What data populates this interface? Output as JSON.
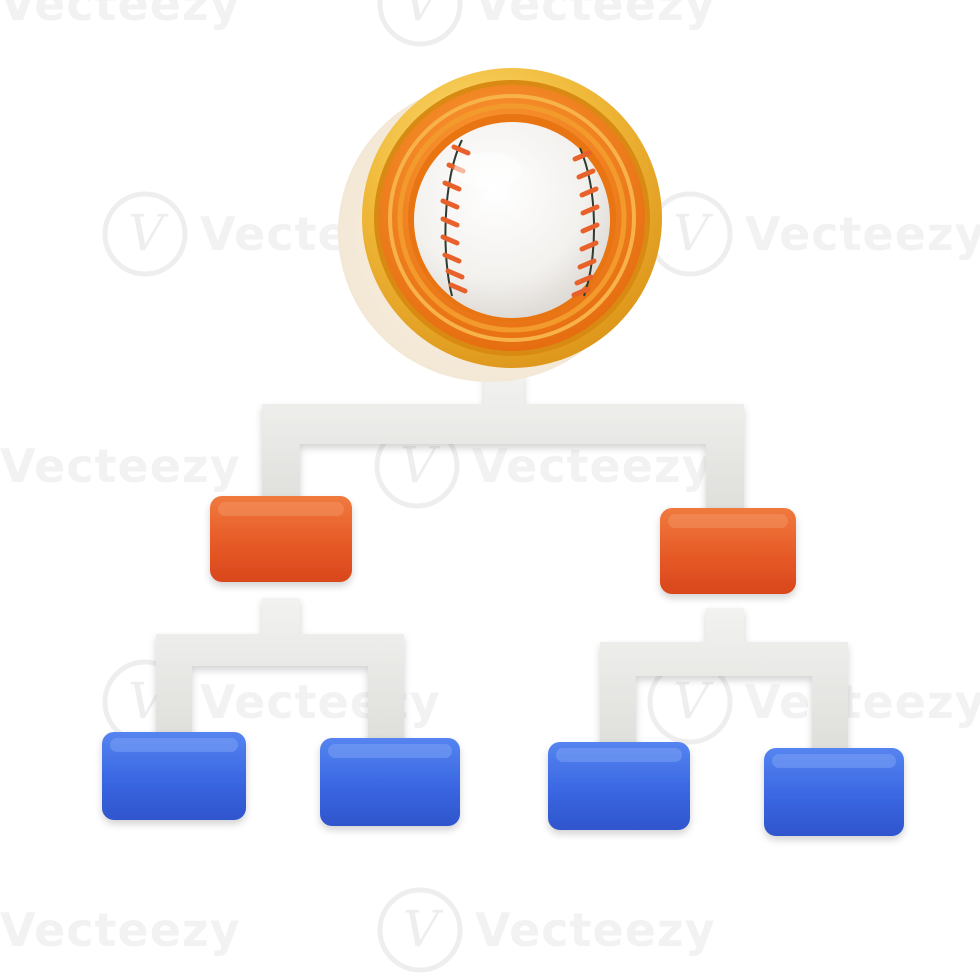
{
  "illustration": {
    "subject": "baseball tournament bracket",
    "colors": {
      "background": "#ffffff",
      "gold_rim": "#e9a320",
      "gold_highlight": "#f6cf55",
      "orange_ring": "#ee7d16",
      "ball_white": "#f6f5f3",
      "stitch": "#e8602a",
      "connector_grey": "#e6e6e4",
      "orange_block": "#e95a28",
      "blue_block": "#3a6be6"
    },
    "icons": [
      "baseball-icon",
      "trophy-ring-icon"
    ],
    "bracket": {
      "top": "baseball-medallion",
      "level_1_blocks": 2,
      "level_2_blocks": 4
    }
  },
  "watermark": {
    "text": "Vecteezy",
    "glyph": "V"
  }
}
